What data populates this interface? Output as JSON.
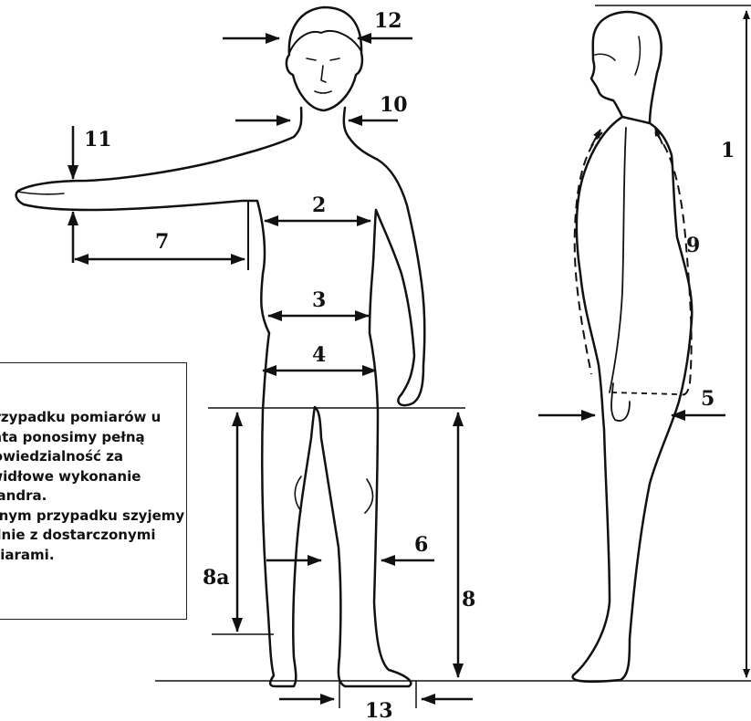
{
  "labels": {
    "m1": "1",
    "m2": "2",
    "m3": "3",
    "m4": "4",
    "m5": "5",
    "m6": "6",
    "m7": "7",
    "m8": "8",
    "m8a": "8a",
    "m9": "9",
    "m10": "10",
    "m11": "11",
    "m12": "12",
    "m13": "13"
  },
  "note": {
    "text": "W przypadku pomiarów u klienta ponosimy pełną odpowiedzialność za prawidłowe wykonanie skafandra.\nW innym przypadku szyjemy zgodnie z dostarczonymi wymiarami."
  },
  "colors": {
    "ink": "#111111",
    "background": "#ffffff"
  }
}
